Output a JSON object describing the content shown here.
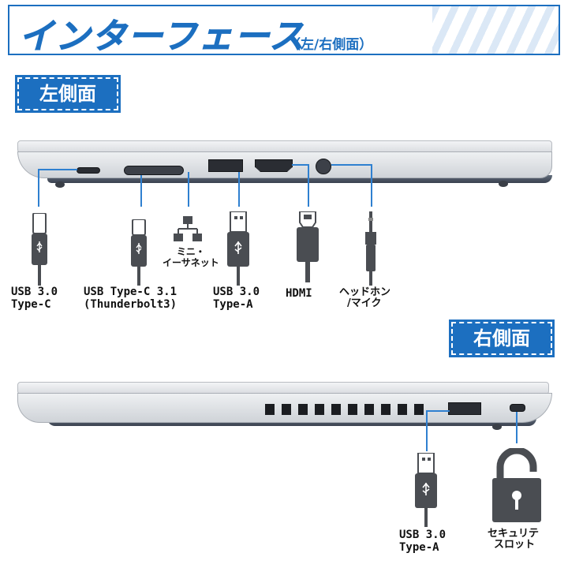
{
  "header": {
    "title": "インターフェース",
    "subtitle": "（左/右側面）"
  },
  "left_side": {
    "badge": "左側面",
    "ports": [
      {
        "icon": "usb-c-cable-icon",
        "line1": "USB 3.0",
        "line2": "Type-C"
      },
      {
        "icon": "usb-c-cable-icon",
        "line1": "USB Type-C 3.1",
        "line2": "(Thunderbolt3)"
      },
      {
        "icon": "network-icon",
        "line1": "ミニ・",
        "line2": "イーサネット"
      },
      {
        "icon": "usb-a-cable-icon",
        "line1": "USB 3.0",
        "line2": "Type-A"
      },
      {
        "icon": "hdmi-cable-icon",
        "line1": "HDMI",
        "line2": ""
      },
      {
        "icon": "audio-jack-icon",
        "line1": "ヘッドホン",
        "line2": "/マイク"
      }
    ]
  },
  "right_side": {
    "badge": "右側面",
    "ports": [
      {
        "icon": "usb-a-cable-icon",
        "line1": "USB 3.0",
        "line2": "Type-A"
      },
      {
        "icon": "padlock-icon",
        "line1": "セキュリテ",
        "line2": "スロット"
      }
    ]
  },
  "colors": {
    "accent": "#1c6fc0",
    "line": "#2f80d0",
    "cable": "#4a4d52"
  }
}
